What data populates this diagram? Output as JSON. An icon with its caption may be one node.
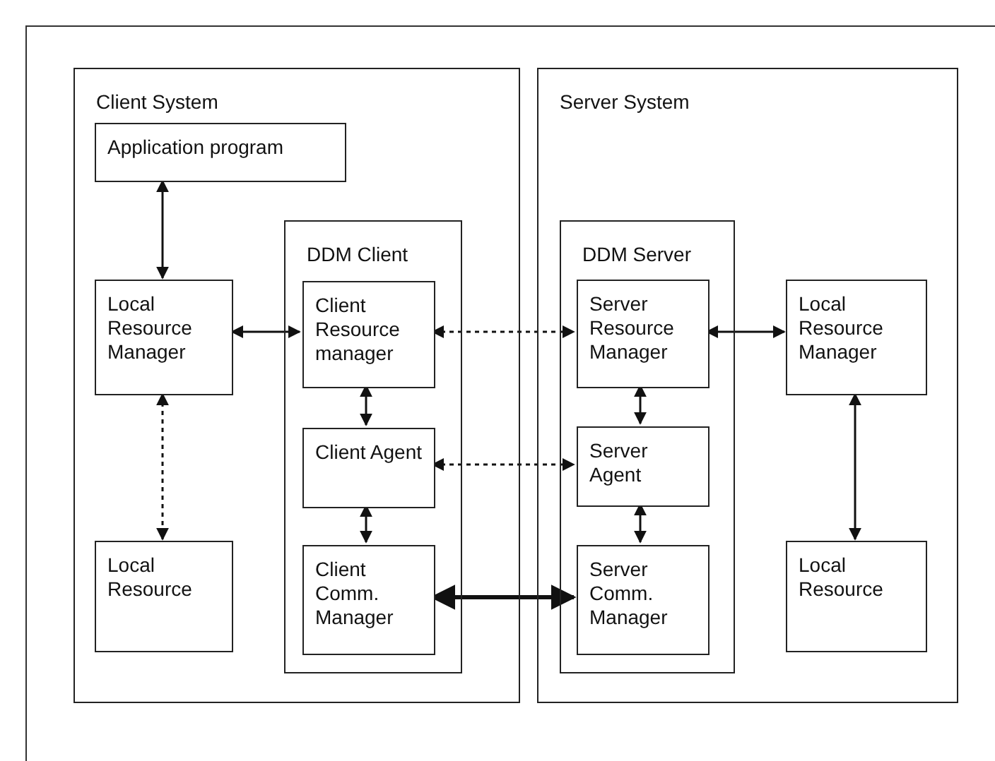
{
  "diagram": {
    "nodes": [
      {
        "text": [
          "Client System"
        ]
      },
      {
        "text": [
          "Application program"
        ],
        "in": 0
      },
      {
        "text": [
          "Local Resource Manager"
        ],
        "in": 0
      },
      {
        "text": [
          "Local Resource"
        ],
        "in": 0
      },
      {
        "text": [
          "DDM Client"
        ],
        "in": 0
      },
      {
        "text": [
          "Client Resource manager"
        ],
        "in": 4
      },
      {
        "text": [
          "Client Agent"
        ],
        "in": 4
      },
      {
        "text": [
          "Client Comm. Manager"
        ],
        "in": 4
      },
      {
        "text": [
          "Server System"
        ]
      },
      {
        "text": [
          "DDM Server"
        ],
        "in": 8
      },
      {
        "text": [
          "Server Resource Manager"
        ],
        "in": 9
      },
      {
        "text": [
          "Server Agent"
        ],
        "in": 9
      },
      {
        "text": [
          "Server Comm. Manager"
        ],
        "in": 9
      },
      {
        "text": [
          "Local Resource Manager"
        ],
        "in": 8
      },
      {
        "text": [
          "Local Resource"
        ],
        "in": 8
      }
    ],
    "edges": [
      {
        "from": 1,
        "to": 2,
        "arrow": "both"
      },
      {
        "from": 2,
        "to": 5,
        "arrow": "both"
      },
      {
        "from": 2,
        "to": 3,
        "arrow": "both",
        "style": "dashed"
      },
      {
        "from": 5,
        "to": 10,
        "arrow": "both",
        "style": "dashed"
      },
      {
        "from": 5,
        "to": 6,
        "arrow": "both"
      },
      {
        "from": 6,
        "to": 11,
        "arrow": "both",
        "style": "dashed"
      },
      {
        "from": 6,
        "to": 7,
        "arrow": "both"
      },
      {
        "from": 7,
        "to": 12,
        "arrow": "both",
        "style": "thick"
      },
      {
        "from": 10,
        "to": 13,
        "arrow": "both"
      },
      {
        "from": 10,
        "to": 11,
        "arrow": "both"
      },
      {
        "from": 11,
        "to": 12,
        "arrow": "both"
      },
      {
        "from": 13,
        "to": 14,
        "arrow": "both"
      }
    ]
  }
}
